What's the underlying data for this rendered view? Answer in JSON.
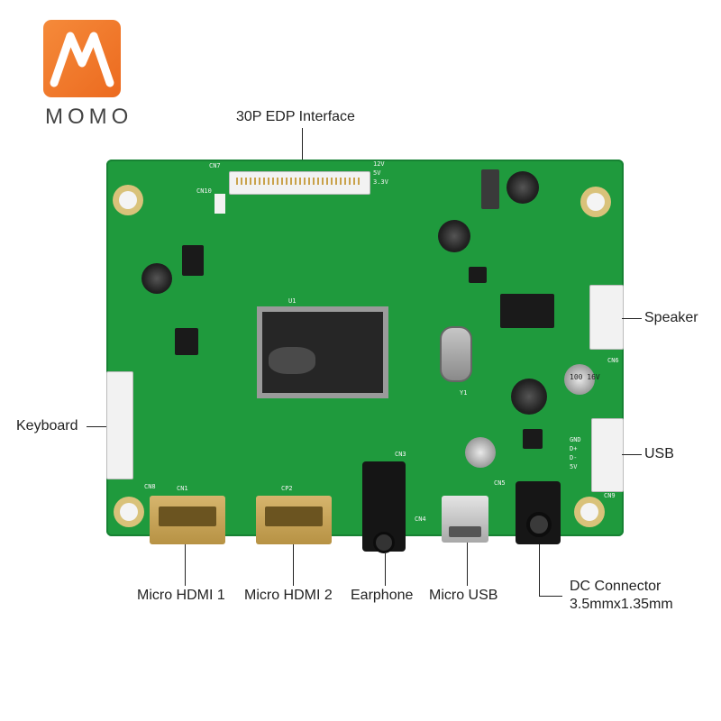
{
  "logo": {
    "text": "MOMO",
    "accent": "#f0782b"
  },
  "labels": {
    "edp": "30P EDP Interface",
    "speaker": "Speaker",
    "keyboard": "Keyboard",
    "usb": "USB",
    "micro_hdmi_1": "Micro HDMI 1",
    "micro_hdmi_2": "Micro HDMI 2",
    "earphone": "Earphone",
    "micro_usb": "Micro USB",
    "dc_connector": "DC Connector",
    "dc_spec": "3.5mmx1.35mm"
  },
  "silkscreen": {
    "v12": "12V",
    "v5": "5V",
    "v33": "3.3V",
    "cn7": "CN7",
    "cn10": "CN10",
    "cn1": "CN1",
    "cn2": "CP2",
    "cn3": "CN3",
    "cn4": "CN4",
    "cn5": "CN5",
    "cn6": "CN6",
    "cn8": "CN8",
    "cn9": "CN9",
    "y1": "Y1",
    "u1": "U1",
    "usb_pins": [
      "GND",
      "D+",
      "D-",
      "5V"
    ],
    "cap_mark": "100 16V"
  },
  "colors": {
    "pcb": "#1f9a3d",
    "line": "#222222"
  }
}
